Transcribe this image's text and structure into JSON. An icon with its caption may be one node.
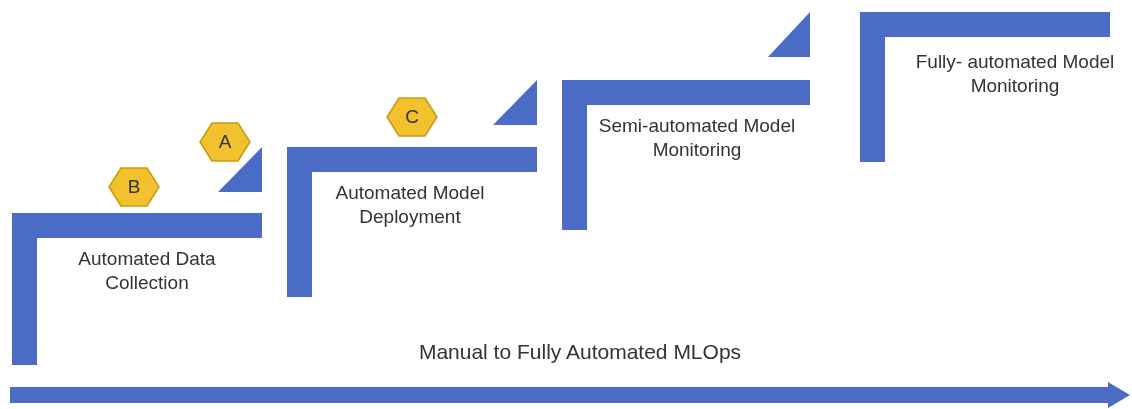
{
  "diagram": {
    "nodes": [
      {
        "text": [
          "Automated Data Collection"
        ]
      },
      {
        "text": [
          "Automated Model Deployment"
        ]
      },
      {
        "text": [
          "Semi-automated Model Monitoring"
        ]
      },
      {
        "text": [
          "Fully- automated Model Monitoring"
        ]
      },
      {
        "text": [
          "A"
        ]
      },
      {
        "text": [
          "B"
        ]
      },
      {
        "text": [
          "C"
        ]
      }
    ],
    "edges": [],
    "labels": [
      "Manual to Fully Automated MLOps"
    ]
  }
}
